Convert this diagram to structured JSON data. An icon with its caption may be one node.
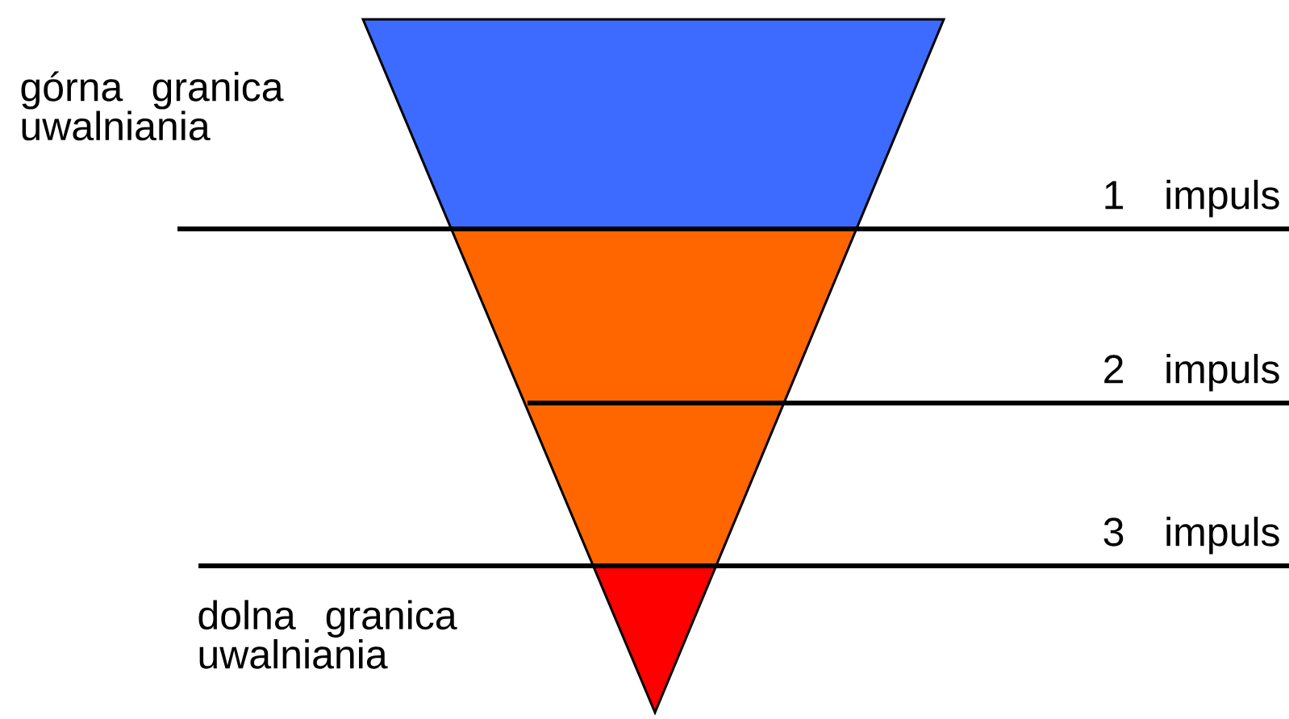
{
  "diagram": {
    "labels": [
      "górna granica uwalniania",
      "1 impuls",
      "2 impuls",
      "3 impuls",
      "dolna granica uwalniania"
    ]
  }
}
